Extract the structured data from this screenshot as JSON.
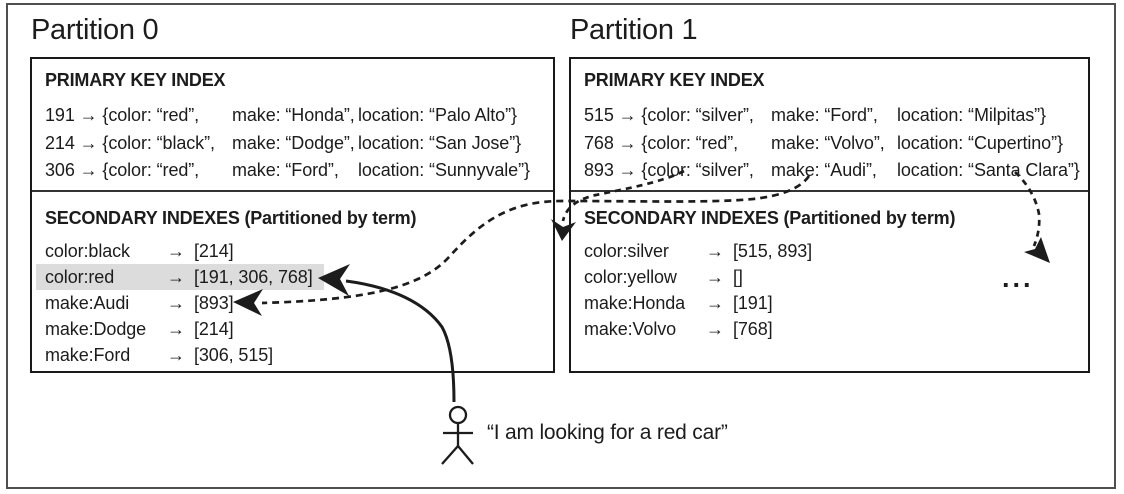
{
  "partitions": [
    {
      "label": "Partition 0",
      "primary_title": "PRIMARY KEY INDEX",
      "primary_rows": [
        {
          "id_color": "191 → {color: “red”,",
          "make": "make: “Honda”,",
          "location": "location: “Palo Alto”}"
        },
        {
          "id_color": "214 → {color: “black”,",
          "make": "make: “Dodge”,",
          "location": "location: “San Jose”}"
        },
        {
          "id_color": "306 → {color: “red”,",
          "make": "make: “Ford”,",
          "location": "location: “Sunnyvale”}"
        }
      ],
      "secondary_title": "SECONDARY INDEXES (Partitioned by term)",
      "secondary_rows": [
        {
          "term": "color:black",
          "arrow": "→",
          "list": "[214]",
          "highlight": false
        },
        {
          "term": "color:red",
          "arrow": "→",
          "list": "[191, 306, 768]",
          "highlight": true
        },
        {
          "term": "make:Audi",
          "arrow": "→",
          "list": "[893]",
          "highlight": false
        },
        {
          "term": "make:Dodge",
          "arrow": "→",
          "list": "[214]",
          "highlight": false
        },
        {
          "term": "make:Ford",
          "arrow": "→",
          "list": "[306, 515]",
          "highlight": false
        }
      ]
    },
    {
      "label": "Partition 1",
      "primary_title": "PRIMARY KEY INDEX",
      "primary_rows": [
        {
          "id_color": "515 → {color: “silver”,",
          "make": "make: “Ford”,",
          "location": "location: “Milpitas”}"
        },
        {
          "id_color": "768 → {color: “red”,",
          "make": "make: “Volvo”,",
          "location": "location: “Cupertino”}"
        },
        {
          "id_color": "893 → {color: “silver”,",
          "make": "make: “Audi”,",
          "location": "location: “Santa Clara”}"
        }
      ],
      "secondary_title": "SECONDARY INDEXES (Partitioned by term)",
      "secondary_rows": [
        {
          "term": "color:silver",
          "arrow": "→",
          "list": "[515, 893]",
          "highlight": false
        },
        {
          "term": "color:yellow",
          "arrow": "→",
          "list": "[]",
          "highlight": false
        },
        {
          "term": "make:Honda",
          "arrow": "→",
          "list": "[191]",
          "highlight": false
        },
        {
          "term": "make:Volvo",
          "arrow": "→",
          "list": "[768]",
          "highlight": false
        }
      ]
    }
  ],
  "query": {
    "text": "“I am looking for a red car”"
  },
  "ellipsis": "...",
  "colors": {
    "ink": "#1c1c1c",
    "highlight": "#dcdcdc",
    "frame_gray": "#4f4f4f",
    "background": "#ffffff"
  }
}
